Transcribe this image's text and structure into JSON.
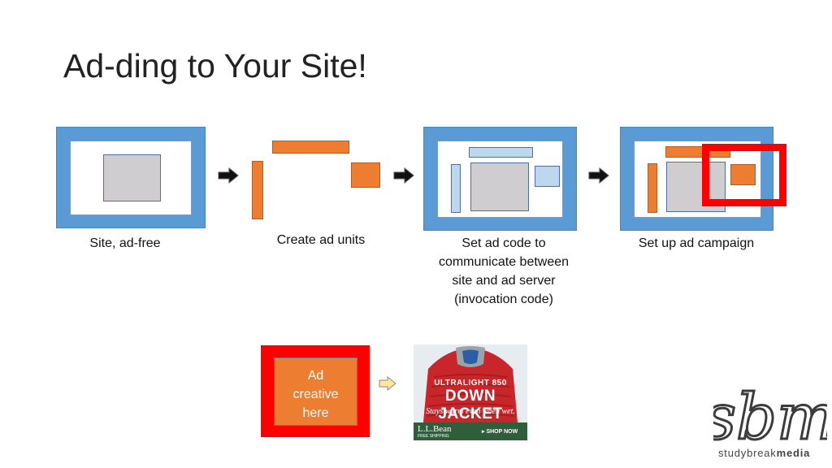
{
  "slide": {
    "title": "Ad-ding to Your Site!"
  },
  "steps": [
    {
      "caption": "Site, ad-free"
    },
    {
      "caption": "Create ad units"
    },
    {
      "caption_lines": [
        "Set ad code to",
        "communicate between",
        "site and ad server",
        "(invocation code)"
      ]
    },
    {
      "caption": "Set up ad campaign"
    }
  ],
  "creative": {
    "lines": [
      "Ad",
      "creative",
      "here"
    ]
  },
  "ad_banner": {
    "headline_small": "ULTRALIGHT 850",
    "headline_big": "DOWN JACKET",
    "tagline": "Stays warm even when wet.",
    "brand": "L.L.Bean",
    "shipping": "FREE SHIPPING",
    "cta": "▸ SHOP NOW"
  },
  "logo": {
    "mark": "sbm",
    "text_light": "studybreak",
    "text_bold": "media"
  },
  "colors": {
    "frame_blue": "#5b9bd5",
    "ad_orange": "#ed7d31",
    "highlight_red": "#ff0000",
    "content_gray": "#cfcdd0",
    "light_blue": "#bdd7ee"
  }
}
